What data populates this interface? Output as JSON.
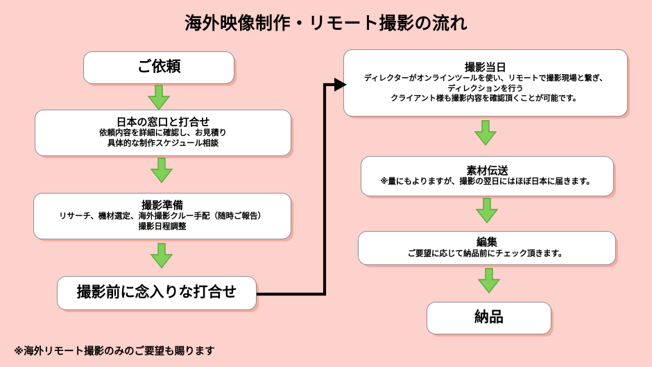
{
  "title": "海外映像制作・リモート撮影の流れ",
  "colors": {
    "background": "#fdd1cc",
    "box_fill": "#ffffff",
    "box_border": "#8d8f96",
    "box_shadow": "#f3ac9e",
    "arrow_green_fill": "#80d05a",
    "arrow_green_border": "#5da63c",
    "connector": "#000000",
    "text": "#000000"
  },
  "left_column": [
    {
      "id": "request",
      "heading": "ご依頼",
      "sub": []
    },
    {
      "id": "japan-window",
      "heading": "日本の窓口と打合せ",
      "sub": [
        "依頼内容を詳細に確認し、お見積り",
        "具体的な制作スケジュール相談"
      ]
    },
    {
      "id": "prep",
      "heading": "撮影準備",
      "sub": [
        "リサーチ、機材選定、海外撮影クルー手配（随時ご報告）",
        "撮影日程調整"
      ]
    },
    {
      "id": "premeeting",
      "heading": "撮影前に念入りな打合せ",
      "sub": []
    }
  ],
  "right_column": [
    {
      "id": "shootday",
      "heading": "撮影当日",
      "sub": [
        "ディレクターがオンラインツールを使い、リモートで撮影現場と繋ぎ、",
        "ディレクションを行う",
        "クライアント様も撮影内容を確認頂くことが可能です。"
      ]
    },
    {
      "id": "transfer",
      "heading": "素材伝送",
      "sub": [
        "※量にもよりますが、撮影の翌日にはほぼ日本に届きます。"
      ]
    },
    {
      "id": "edit",
      "heading": "編集",
      "sub": [
        "ご要望に応じて納品前にチェック頂きます。"
      ]
    },
    {
      "id": "delivery",
      "heading": "納品",
      "sub": []
    }
  ],
  "connectors": {
    "green_arrows": [
      {
        "id": "arrow-1",
        "from": "request",
        "to": "japan-window"
      },
      {
        "id": "arrow-2",
        "from": "japan-window",
        "to": "prep"
      },
      {
        "id": "arrow-3",
        "from": "prep",
        "to": "premeeting"
      },
      {
        "id": "arrow-4",
        "from": "shootday",
        "to": "transfer"
      },
      {
        "id": "arrow-5",
        "from": "transfer",
        "to": "edit"
      },
      {
        "id": "arrow-6",
        "from": "edit",
        "to": "delivery"
      }
    ],
    "elbow": {
      "from": "premeeting",
      "to": "shootday"
    }
  },
  "footnote": "※海外リモート撮影のみのご要望も賜ります"
}
